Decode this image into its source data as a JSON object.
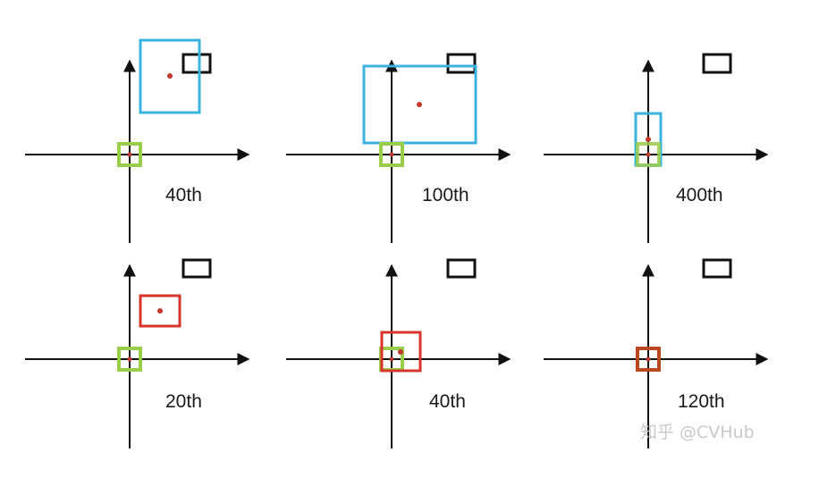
{
  "panels": [
    {
      "label": "40th"
    },
    {
      "label": "100th"
    },
    {
      "label": "400th"
    },
    {
      "label": "20th"
    },
    {
      "label": "40th"
    },
    {
      "label": "120th"
    }
  ],
  "watermark": "知乎 @CVHub",
  "colors": {
    "axis": "#111111",
    "target_box": "#111111",
    "origin_box": "#9acd4a",
    "pred_box_top": "#3bb3e0",
    "pred_box_bottom": "#d9342b",
    "pred_box_converged": "#b8481e",
    "center_dot": "#c0392b"
  }
}
